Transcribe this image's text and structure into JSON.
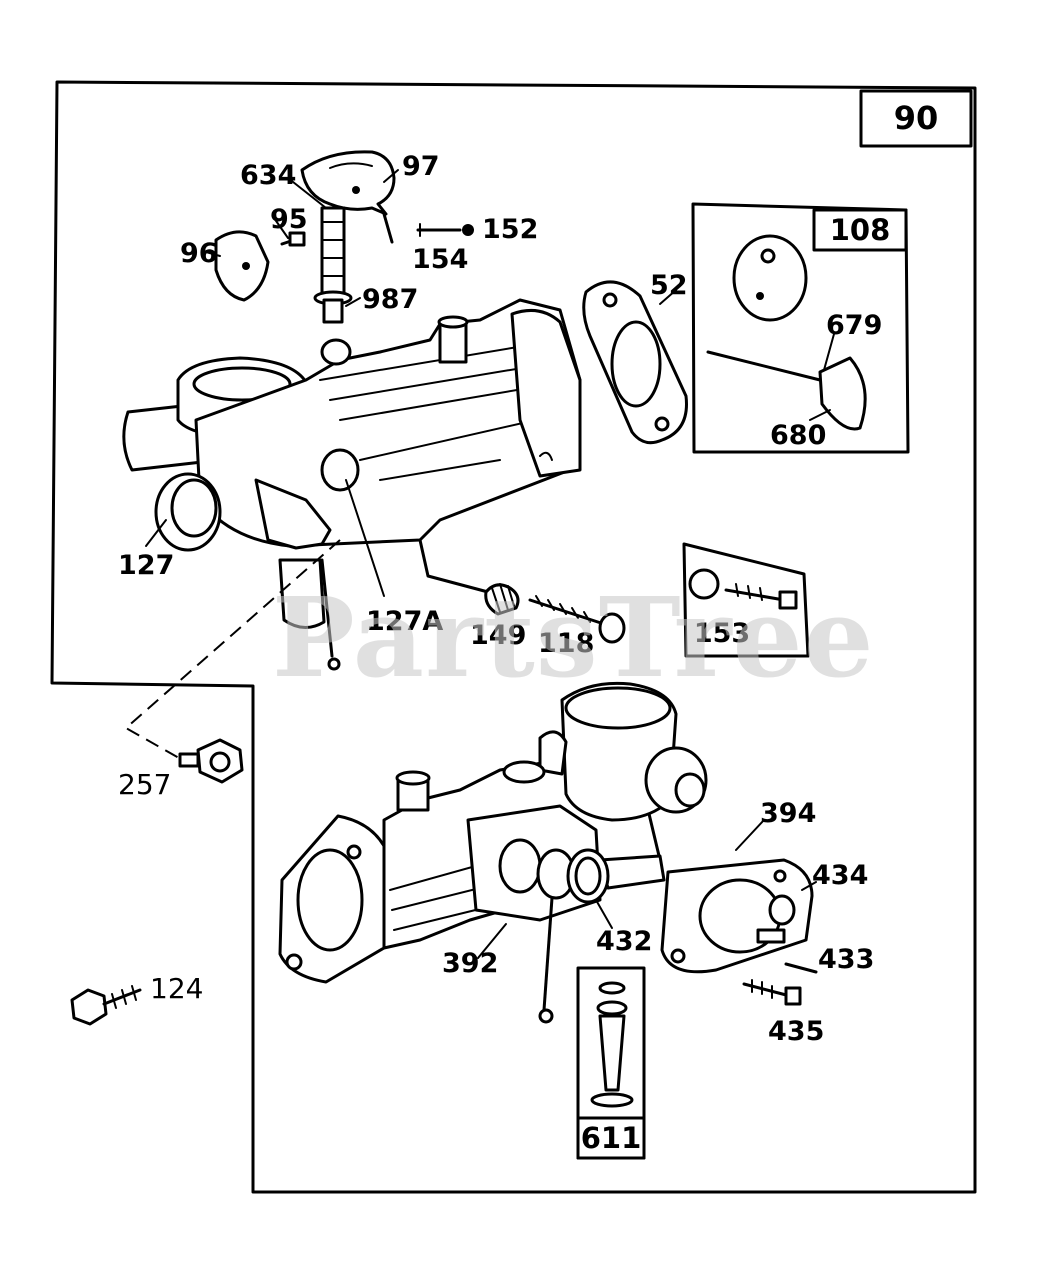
{
  "diagram": {
    "page_number": "90",
    "watermark": "PartsTree",
    "inset_labels": {
      "kit_108": "108",
      "kit_153": "153",
      "kit_611": "611"
    },
    "callouts": {
      "p97": "97",
      "p634": "634",
      "p95": "95",
      "p96": "96",
      "p152": "152",
      "p154": "154",
      "p987": "987",
      "p52": "52",
      "p679": "679",
      "p680": "680",
      "p127": "127",
      "p127a": "127A",
      "p149": "149",
      "p118": "118",
      "p257": "257",
      "p394": "394",
      "p434": "434",
      "p392": "392",
      "p432": "432",
      "p433": "433",
      "p435": "435",
      "p124": "124"
    }
  }
}
